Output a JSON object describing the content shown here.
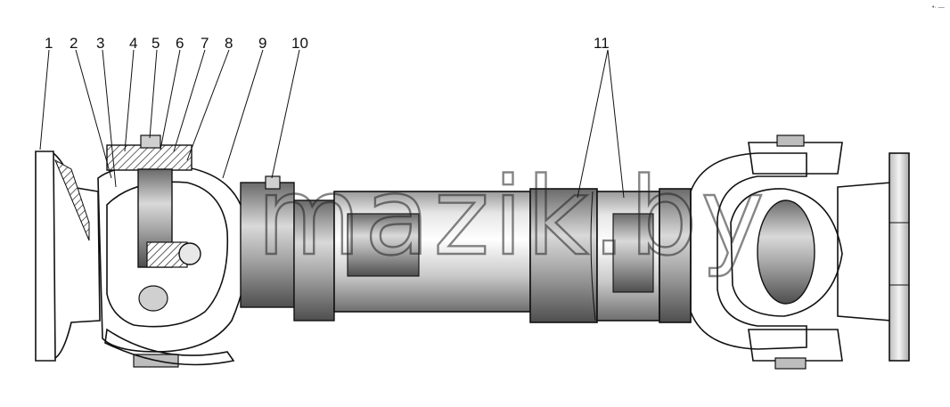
{
  "figure": {
    "part_labels": [
      "1",
      "2",
      "3",
      "4",
      "5",
      "6",
      "7",
      "8",
      "9",
      "10",
      "11"
    ],
    "watermark": "mazik.by",
    "corner_mark": "•· —"
  },
  "colors": {
    "outline": "#111111",
    "metal_light": "#f2f2f2",
    "metal_mid": "#b8b8b8",
    "metal_dark": "#6f6f6f",
    "section_hatch": "#222222"
  }
}
